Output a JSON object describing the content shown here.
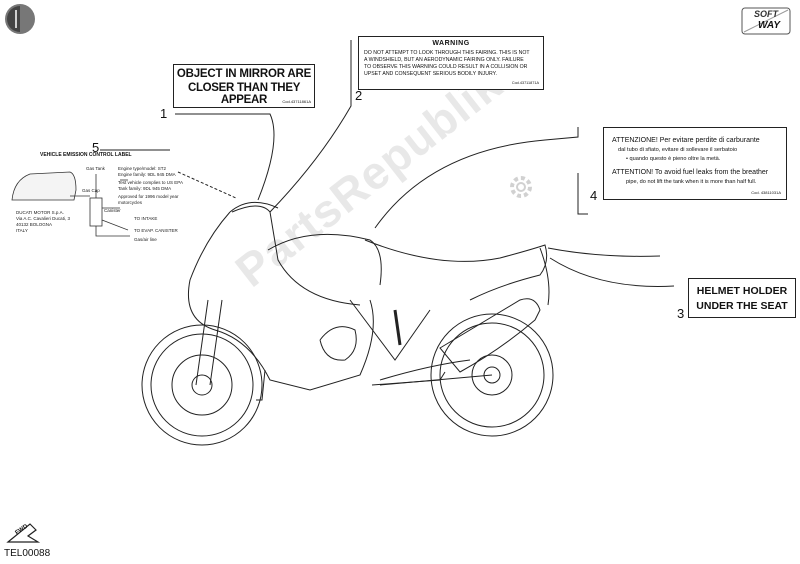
{
  "mirror_label": {
    "line1": "OBJECT IN MIRROR ARE",
    "line2": "CLOSER THAN THEY APPEAR",
    "code": "Cod.43711861A"
  },
  "warning_label": {
    "heading": "WARNING",
    "l1": "DO NOT ATTEMPT TO LOOK THROUGH THIS FAIRING. THIS IS NOT",
    "l2": "A WINDSHIELD, BUT AN AERODYNAMIC FAIRING ONLY. FAILURE",
    "l3": "TO OBSERVE THIS WARNING COULD RESULT IN A COLLISION OR",
    "l4": "UPSET AND CONSEQUENT SERIOUS BODILY INJURY.",
    "code": "Cod.43711871A"
  },
  "fuel_label": {
    "it1": "ATTENZIONE! Per evitare perdite di carburante",
    "it2": "dal tubo di sfiato, evitare di sollevare il serbatoio",
    "it3": "• quando questo è pieno oltre la metà.",
    "en1": "ATTENTION! To avoid fuel leaks from the breather",
    "en2": "pipe, do not lift the tank when it is more than half full.",
    "code": "Cod. 43811031A"
  },
  "helmet_label": {
    "line1": "HELMET HOLDER",
    "line2": "UNDER THE SEAT"
  },
  "emission_label": {
    "title": "VEHICLE EMISSION CONTROL LABEL",
    "t1": "Gas Tank",
    "t2": "Engine type/model: ST2",
    "t3": "Engine family: 9DL 945 DMA",
    "t4": "Test vehicle complies to US EPA",
    "t5": "Gas Cap",
    "t6": "Tank family: 9DL 945 DMA",
    "t7": "Approved for 1996 model year",
    "t8": "motorcycles",
    "t9": "Canister",
    "t10": "DUCATI MOTOR S.p.A.",
    "t11": "Via A.C. Cavalieri Ducati, 3",
    "t12": "40132 BOLOGNA",
    "t13": "ITALY",
    "t14": "TO INTAKE",
    "t15": "TO EVAP. CANISTER",
    "t16": "Gas/air line"
  },
  "callouts": {
    "c1": "1",
    "c2": "2",
    "c3": "3",
    "c4": "4",
    "c5": "5"
  },
  "logo": {
    "line1": "SOFT",
    "line2": "WAY"
  },
  "fwd": "FWD",
  "ref_code": "TEL00088",
  "watermark": "PartsRepublik"
}
